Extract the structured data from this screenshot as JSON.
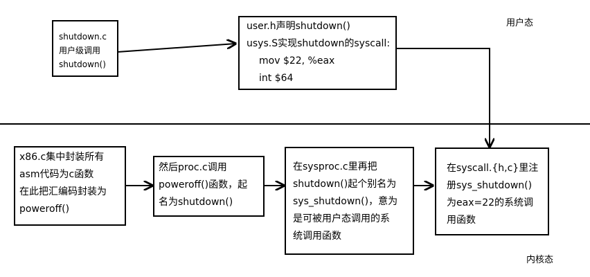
{
  "zones": {
    "user": "用户态",
    "kernel": "内核态"
  },
  "boxes": {
    "shutdown_c": {
      "lines": [
        "shutdown.c",
        "用户级调用",
        "shutdown()"
      ]
    },
    "user_h": {
      "lines": [
        "user.h声明shutdown()",
        "usys.S实现shutdown的syscall:",
        "mov $22, %eax",
        "int $64"
      ]
    },
    "x86_c": {
      "lines": [
        "x86.c集中封装所有",
        "asm代码为c函数",
        "在此把汇编码封装为",
        "poweroff()"
      ]
    },
    "proc_c": {
      "lines": [
        "然后proc.c调用",
        "poweroff()函数，起",
        "名为shutdown()"
      ]
    },
    "sysproc_c": {
      "lines": [
        "在sysproc.c里再把",
        "shutdown()起个别名为",
        "sys_shutdown()，意为",
        "是可被用户态调用的系",
        "统调用函数"
      ]
    },
    "syscall_hc": {
      "lines": [
        "在syscall.{h,c}里注",
        "册sys_shutdown()",
        "为eax=22的系统调",
        "用函数"
      ]
    }
  },
  "colors": {
    "stroke": "#000000",
    "background": "#ffffff"
  }
}
